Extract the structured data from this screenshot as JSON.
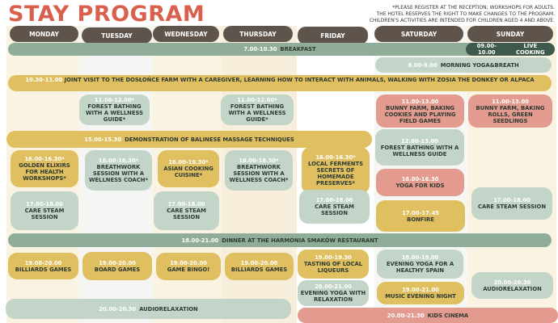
{
  "title": "STAY PROGRAM",
  "note": [
    "*Please register at the reception; workshops for adults.",
    "The hotel reserves the right to make changes to the program.",
    "Children's activities are intended for children aged 4 and above."
  ],
  "days": [
    "MONDAY",
    "TUESDAY",
    "WEDNESDAY",
    "THURSDAY",
    "FRIDAY",
    "SATURDAY",
    "SUNDAY"
  ],
  "colors": {
    "header": "#5e544c",
    "green": "#8fad98",
    "dark_green": "#3e5a4c",
    "light_green": "#c3d5c9",
    "gold": "#dfbf5f",
    "pink": "#e49b8f",
    "title": "#d9604c"
  },
  "events": {
    "breakfast": {
      "time": "7.00-10.30",
      "name": "BREAKFAST"
    },
    "live_cooking": {
      "time": "09.00-10.00",
      "name": "LIVE COOKING"
    },
    "morning_yoga": {
      "time": "8.00-9.00",
      "name": "MORNING YOGA&BREATH"
    },
    "farm_visit": {
      "time": "10.30-11.00",
      "name": "JOINT VISIT TO THE DOSŁOŃCE FARM WITH A CAREGIVER, LEARNING HOW TO INTERACT WITH ANIMALS, WALKING WITH ZOSIA THE DONKEY OR ALPACA"
    },
    "forest_tue": {
      "time": "11.00-12.00*",
      "name": "FOREST BATHING WITH A WELLNESS GUIDE*"
    },
    "forest_thu": {
      "time": "11.00-12.00*",
      "name": "FOREST BATHING WITH A WELLNESS GUIDE*"
    },
    "bunny_sat": {
      "time": "11.00-13.00",
      "name": "BUNNY FARM, BAKING COOKIES AND PLAYING FIELD GAMES"
    },
    "bunny_sun": {
      "time": "11.00-13.00",
      "name": "BUNNY FARM, BAKING ROLLS, GREEN SEEDLINGS"
    },
    "balinese": {
      "time": "15.00-15.30",
      "name": "DEMONSTRATION OF BALINESE MASSAGE TECHNIQUES"
    },
    "forest_sat": {
      "time": "12.00-13.00",
      "name": "FOREST BATHING WITH A WELLNESS GUIDE"
    },
    "elixirs": {
      "time": "16.00-16.30*",
      "name": "GOLDEN ELIXIRS FOR HEALTH WORKSHOPS*"
    },
    "breath_tue": {
      "time": "16.00-16.30*",
      "name": "BREATHWORK SESSION WITH A WELLNESS COACH*"
    },
    "asian": {
      "time": "16.00-16.30*",
      "name": "ASIAN COOKING CUISINE*"
    },
    "breath_thu": {
      "time": "16.00-16.30*",
      "name": "BREATHWORK SESSION WITH A WELLNESS COACH*"
    },
    "ferments": {
      "time": "16.00-16.30*",
      "name": "LOCAL FERMENTS SECRETS OF HOMEMADE PRESERVES*"
    },
    "yoga_kids": {
      "time": "16.00-16.30",
      "name": "YOGA FOR KIDS"
    },
    "steam_mon": {
      "time": "17.00-18.00",
      "name": "CARE STEAM SESSION"
    },
    "steam_wed": {
      "time": "17.00-18.00",
      "name": "CARE STEAM SESSION"
    },
    "steam_fri": {
      "time": "17.00-18.00",
      "name": "CARE STEAM SESSION"
    },
    "steam_sun": {
      "time": "17.00-18.00",
      "name": "CARE STEAM SESSION"
    },
    "bonfire": {
      "time": "17.00-17.45",
      "name": "BONFIRE"
    },
    "dinner": {
      "time": "18.00-21.00",
      "name": "DINNER AT THE HARMONIA SMAKÓW RESTAURANT"
    },
    "billiards_mon": {
      "time": "19.00-20.00",
      "name": "BILLIARDS GAMES"
    },
    "board": {
      "time": "19.00-20.00",
      "name": "BOARD GAMES"
    },
    "bingo": {
      "time": "19.00-20.00",
      "name": "GAME BINGO!"
    },
    "billiards_thu": {
      "time": "19.00-20.00",
      "name": "BILLIARDS GAMES"
    },
    "liqueurs": {
      "time": "19.00-19.30",
      "name": "TASTING OF LOCAL LIQUEURS"
    },
    "evening_yoga_sat": {
      "time": "18.00-19.00",
      "name": "EVENING YOGA FOR A HEALTHY SPAIN"
    },
    "audio_sun": {
      "time": "20.00-20.30",
      "name": "AUDIORELAXATION"
    },
    "evening_yoga_fri": {
      "time": "20.00-21.00",
      "name": "EVENING YOGA WITH RELAXATION"
    },
    "music": {
      "time": "19.00-21.00",
      "name": "MUSIC EVENING NIGHT"
    },
    "audio": {
      "time": "20.00-20.30",
      "name": "AUDIORELAXATION"
    },
    "cinema": {
      "time": "20.00-21.30",
      "name": "KIDS CINEMA"
    }
  }
}
